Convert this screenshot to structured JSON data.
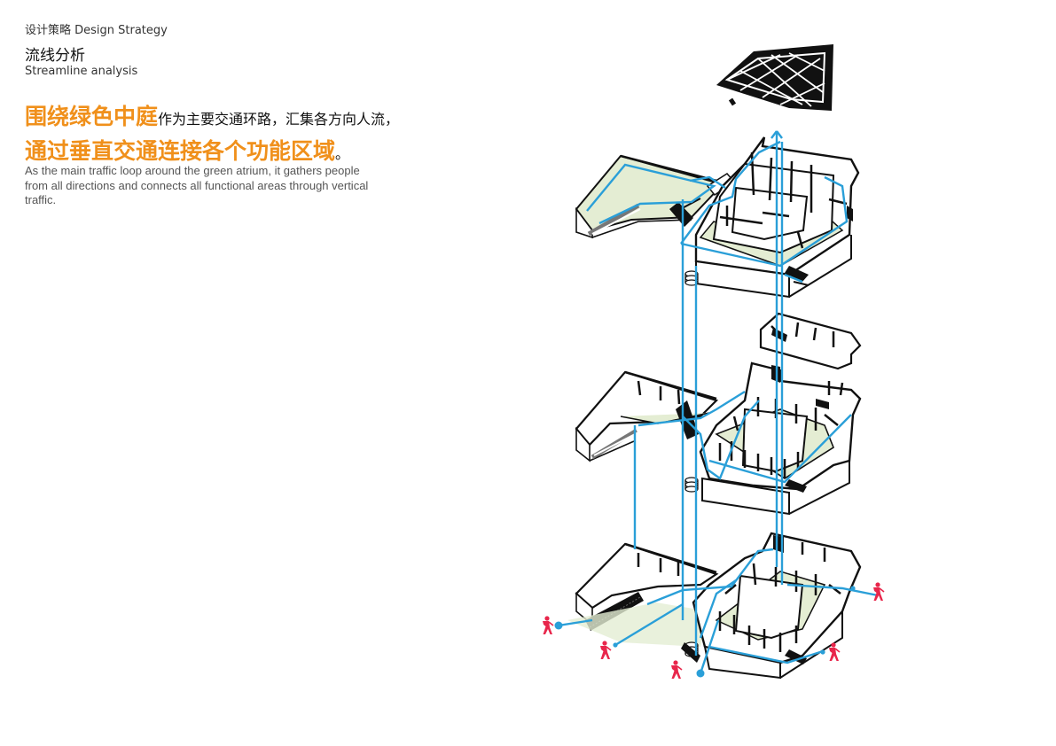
{
  "header": {
    "section_title": "设计策略 Design Strategy",
    "subtitle_cn": "流线分析",
    "subtitle_en": "Streamline analysis"
  },
  "headline": {
    "line1_highlight": "围绕绿色中庭",
    "line1_rest": "作为主要交通环路，汇集各方向人流，",
    "line2_highlight": "通过垂直交通连接各个功能区域",
    "line2_rest": "。"
  },
  "description": {
    "line1": "As the main traffic loop around the green atrium, it gathers people",
    "line2": "from all directions and connects all functional areas through vertical",
    "line3": "traffic."
  },
  "colors": {
    "accent": "#f0901b",
    "circulation": "#2a9fd8",
    "atrium_green": "#e4edd3",
    "person": "#e8264b",
    "outline": "#111111"
  },
  "icons": {
    "person": "walking-person-icon",
    "stair": "spiral-stair-icon",
    "escalator": "escalator-icon"
  }
}
